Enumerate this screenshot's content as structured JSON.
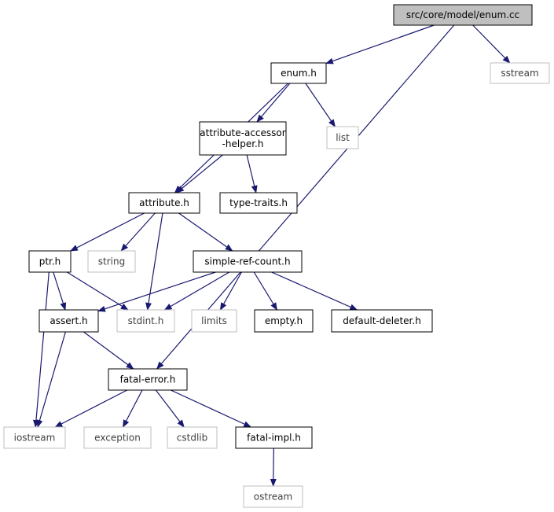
{
  "colors": {
    "edge": "#191970",
    "root_fill": "#bfbfbf",
    "root_stroke": "#000000",
    "project_stroke": "#000000",
    "system_stroke": "#bfbfbf",
    "text": "#000000",
    "system_text": "#404040"
  },
  "nodes": [
    {
      "id": "enum-cc",
      "label": "src/core/model/enum.cc",
      "kind": "root"
    },
    {
      "id": "enum-h",
      "label": "enum.h",
      "kind": "project"
    },
    {
      "id": "sstream",
      "label": "sstream",
      "kind": "system"
    },
    {
      "id": "attribute-accessor-helper-h",
      "label": "attribute-accessor\n-helper.h",
      "kind": "project"
    },
    {
      "id": "list",
      "label": "list",
      "kind": "system"
    },
    {
      "id": "attribute-h",
      "label": "attribute.h",
      "kind": "project"
    },
    {
      "id": "type-traits-h",
      "label": "type-traits.h",
      "kind": "project"
    },
    {
      "id": "ptr-h",
      "label": "ptr.h",
      "kind": "project"
    },
    {
      "id": "string",
      "label": "string",
      "kind": "system"
    },
    {
      "id": "simple-ref-count-h",
      "label": "simple-ref-count.h",
      "kind": "project"
    },
    {
      "id": "assert-h",
      "label": "assert.h",
      "kind": "project"
    },
    {
      "id": "stdint-h",
      "label": "stdint.h",
      "kind": "system"
    },
    {
      "id": "limits",
      "label": "limits",
      "kind": "system"
    },
    {
      "id": "empty-h",
      "label": "empty.h",
      "kind": "project"
    },
    {
      "id": "default-deleter-h",
      "label": "default-deleter.h",
      "kind": "project"
    },
    {
      "id": "fatal-error-h",
      "label": "fatal-error.h",
      "kind": "project"
    },
    {
      "id": "iostream",
      "label": "iostream",
      "kind": "system"
    },
    {
      "id": "exception",
      "label": "exception",
      "kind": "system"
    },
    {
      "id": "cstdlib",
      "label": "cstdlib",
      "kind": "system"
    },
    {
      "id": "fatal-impl-h",
      "label": "fatal-impl.h",
      "kind": "project"
    },
    {
      "id": "ostream",
      "label": "ostream",
      "kind": "system"
    }
  ],
  "edges": [
    {
      "from": "enum-cc",
      "to": "enum-h"
    },
    {
      "from": "enum-cc",
      "to": "sstream"
    },
    {
      "from": "enum-cc",
      "to": "fatal-error-h"
    },
    {
      "from": "enum-h",
      "to": "attribute-accessor-helper-h"
    },
    {
      "from": "enum-h",
      "to": "list"
    },
    {
      "from": "enum-h",
      "to": "attribute-h"
    },
    {
      "from": "attribute-accessor-helper-h",
      "to": "attribute-h"
    },
    {
      "from": "attribute-accessor-helper-h",
      "to": "type-traits-h"
    },
    {
      "from": "attribute-h",
      "to": "ptr-h"
    },
    {
      "from": "attribute-h",
      "to": "string"
    },
    {
      "from": "attribute-h",
      "to": "simple-ref-count-h"
    },
    {
      "from": "attribute-h",
      "to": "stdint-h"
    },
    {
      "from": "ptr-h",
      "to": "assert-h"
    },
    {
      "from": "ptr-h",
      "to": "stdint-h"
    },
    {
      "from": "ptr-h",
      "to": "iostream"
    },
    {
      "from": "simple-ref-count-h",
      "to": "assert-h"
    },
    {
      "from": "simple-ref-count-h",
      "to": "stdint-h"
    },
    {
      "from": "simple-ref-count-h",
      "to": "limits"
    },
    {
      "from": "simple-ref-count-h",
      "to": "empty-h"
    },
    {
      "from": "simple-ref-count-h",
      "to": "default-deleter-h"
    },
    {
      "from": "assert-h",
      "to": "fatal-error-h"
    },
    {
      "from": "assert-h",
      "to": "iostream"
    },
    {
      "from": "fatal-error-h",
      "to": "iostream"
    },
    {
      "from": "fatal-error-h",
      "to": "exception"
    },
    {
      "from": "fatal-error-h",
      "to": "cstdlib"
    },
    {
      "from": "fatal-error-h",
      "to": "fatal-impl-h"
    },
    {
      "from": "fatal-impl-h",
      "to": "ostream"
    }
  ]
}
